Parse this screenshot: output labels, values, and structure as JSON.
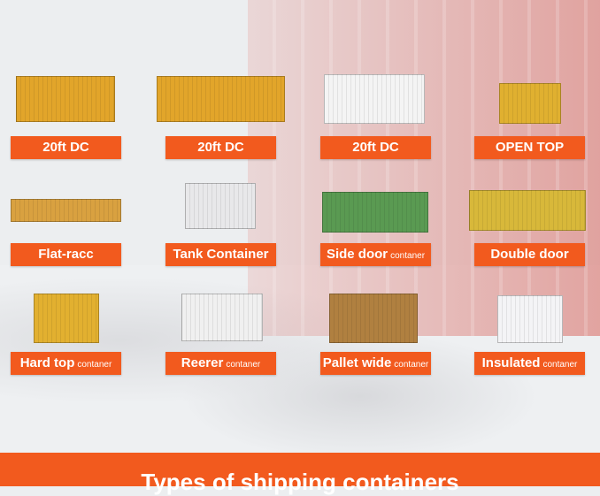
{
  "colors": {
    "accent": "#f25a1e",
    "yellow": "#e2a52a",
    "green": "#5a9a52",
    "white": "#f2f2f2"
  },
  "items": [
    {
      "label": "20ft DC",
      "sub": "",
      "icon": "yellow-container-icon"
    },
    {
      "label": "20ft DC",
      "sub": "",
      "icon": "yellow-container-long-icon"
    },
    {
      "label": "20ft DC",
      "sub": "",
      "icon": "white-container-icon"
    },
    {
      "label": "OPEN TOP",
      "sub": "",
      "icon": "open-top-container-icon"
    },
    {
      "label": "Flat-racc",
      "sub": "",
      "icon": "flat-rack-container-icon"
    },
    {
      "label": "Tank Container",
      "sub": "",
      "icon": "tank-container-icon"
    },
    {
      "label": "Side door",
      "sub": "contaner",
      "icon": "side-door-container-icon"
    },
    {
      "label": "Double door",
      "sub": "",
      "icon": "double-door-container-icon"
    },
    {
      "label": "Hard top",
      "sub": "contaner",
      "icon": "hard-top-container-icon"
    },
    {
      "label": "Reerer",
      "sub": "contaner",
      "icon": "reefer-container-icon"
    },
    {
      "label": "Pallet wide",
      "sub": "contaner",
      "icon": "pallet-wide-container-icon"
    },
    {
      "label": "Insulated",
      "sub": "contaner",
      "icon": "insulated-container-icon"
    }
  ],
  "footer": {
    "title": "Types of shipping containers"
  }
}
